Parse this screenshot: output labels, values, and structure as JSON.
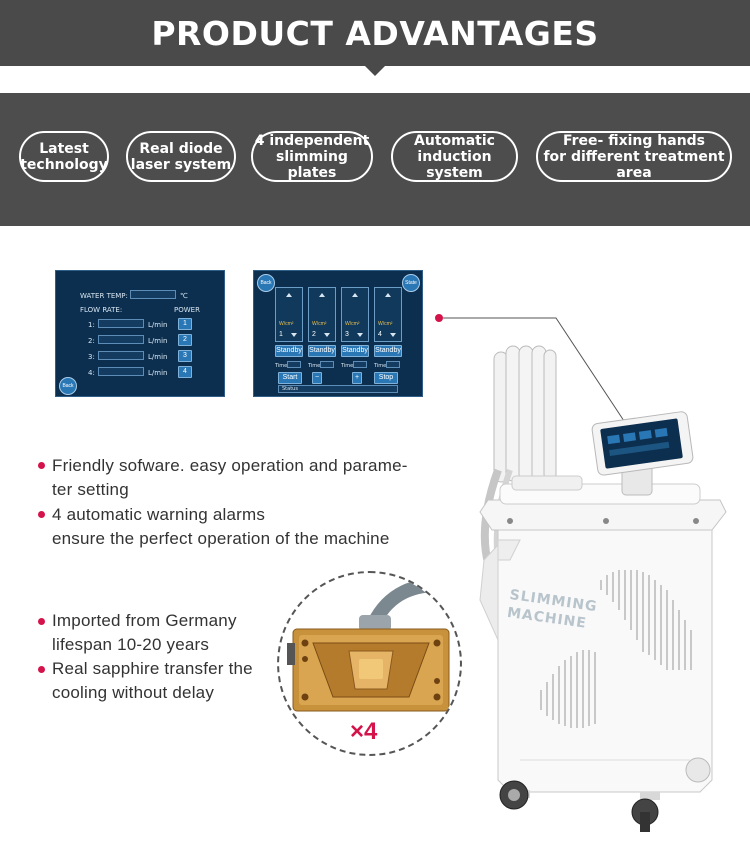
{
  "header": {
    "title": "PRODUCT ADVANTAGES"
  },
  "advantages": [
    {
      "line1": "Latest",
      "line2": "technology"
    },
    {
      "line1": "Real diode",
      "line2": "laser system"
    },
    {
      "line1": "4 independent",
      "line2": "slimming plates"
    },
    {
      "line1": "Automatic",
      "line2": "induction system"
    },
    {
      "line1": "Free- fixing hands",
      "line2": "for different treatment area"
    }
  ],
  "screen1": {
    "water_temp_label": "WATER TEMP:",
    "temp_unit": "℃",
    "flow_rate_label": "FLOW RATE:",
    "power_label": "POWER",
    "rows": [
      {
        "index": "1:",
        "unit": "L/min",
        "power": "1"
      },
      {
        "index": "2:",
        "unit": "L/min",
        "power": "2"
      },
      {
        "index": "3:",
        "unit": "L/min",
        "power": "3"
      },
      {
        "index": "4:",
        "unit": "L/min",
        "power": "4"
      }
    ],
    "back_label": "Back"
  },
  "screen2": {
    "back_label": "Back",
    "state_label": "State",
    "panels": [
      {
        "num": "1",
        "unit": "W/cm²",
        "standby": "Standby"
      },
      {
        "num": "2",
        "unit": "W/cm²",
        "standby": "Standby"
      },
      {
        "num": "3",
        "unit": "W/cm²",
        "standby": "Standby"
      },
      {
        "num": "4",
        "unit": "W/cm²",
        "standby": "Standby"
      }
    ],
    "time_label": "Time:",
    "start_label": "Start",
    "minus_label": "−",
    "plus_label": "+",
    "stop_label": "Stop",
    "status_label": "Status"
  },
  "features": {
    "group1": [
      {
        "lines": [
          "Friendly sofware. easy operation and parame-",
          "ter setting"
        ]
      },
      {
        "lines": [
          "4 automatic warning alarms",
          "ensure the perfect operation of the machine"
        ]
      }
    ],
    "group2": [
      {
        "lines": [
          "Imported from Germany",
          "lifespan 10-20 years"
        ]
      },
      {
        "lines": [
          "Real sapphire transfer the",
          "cooling without delay"
        ]
      }
    ]
  },
  "sapphire": {
    "quantity": "×4"
  },
  "machine": {
    "brand_line1": "SLIMMING",
    "brand_line2": "MACHINE"
  },
  "colors": {
    "header_bg": "#4a4a4a",
    "band_bg": "#4d4d4d",
    "accent": "#d4134a",
    "screen_bg": "#0c2f4f"
  }
}
